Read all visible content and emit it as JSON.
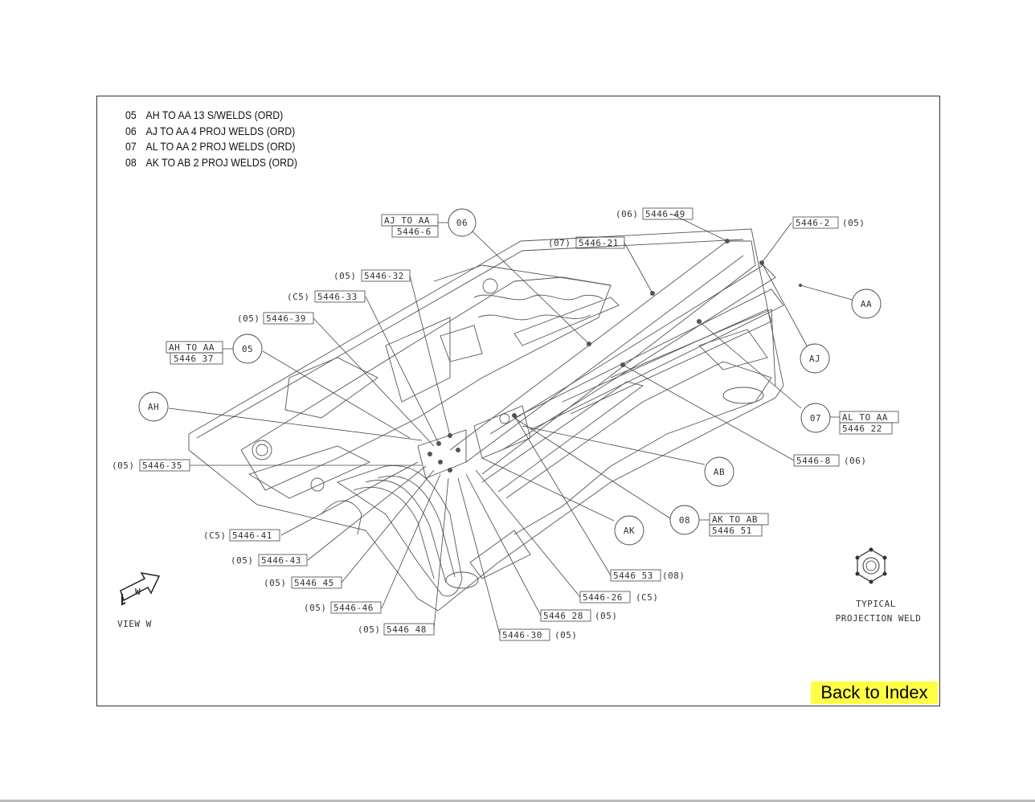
{
  "legend": [
    {
      "code": "05",
      "text": "AH TO AA 13 S/WELDS (ORD)"
    },
    {
      "code": "06",
      "text": "AJ TO AA 4 PROJ WELDS (ORD)"
    },
    {
      "code": "07",
      "text": "AL TO AA 2 PROJ WELDS (ORD)"
    },
    {
      "code": "08",
      "text": "AK TO AB 2 PROJ WELDS (ORD)"
    }
  ],
  "callouts": {
    "c1": {
      "prefix": "(06)",
      "part": "5446-49",
      "suffix": ""
    },
    "c2": {
      "prefix": "",
      "part": "5446-2",
      "suffix": "(05)"
    },
    "c3": {
      "prefix": "(07)",
      "part": "5446-21",
      "suffix": ""
    },
    "c4": {
      "prefix": "(05)",
      "part": "5446-32",
      "suffix": ""
    },
    "c5": {
      "prefix": "(C5)",
      "part": "5446-33",
      "suffix": ""
    },
    "c6": {
      "prefix": "(05)",
      "part": "5446-39",
      "suffix": ""
    },
    "c7": {
      "prefix": "(05)",
      "part": "5446-35",
      "suffix": ""
    },
    "c8": {
      "prefix": "(C5)",
      "part": "5446-41",
      "suffix": ""
    },
    "c9": {
      "prefix": "(05)",
      "part": "5446-43",
      "suffix": ""
    },
    "c10": {
      "prefix": "(05)",
      "part": "5446 45",
      "suffix": ""
    },
    "c11": {
      "prefix": "(05)",
      "part": "5446-46",
      "suffix": ""
    },
    "c12": {
      "prefix": "(05)",
      "part": "5446 48",
      "suffix": ""
    },
    "c13": {
      "prefix": "",
      "part": "5446-30",
      "suffix": "(05)"
    },
    "c14": {
      "prefix": "",
      "part": "5446 28",
      "suffix": "(05)"
    },
    "c15": {
      "prefix": "",
      "part": "5446-26",
      "suffix": "(C5)"
    },
    "c16": {
      "prefix": "",
      "part": "5446 53",
      "suffix": "(08)"
    },
    "c17": {
      "prefix": "",
      "part": "5446-8",
      "suffix": "(06)"
    }
  },
  "groups": {
    "g1": {
      "line1": "AJ TO AA",
      "line2": "5446-6"
    },
    "g2": {
      "line1": "AH TO AA",
      "line2": "5446 37"
    },
    "g3": {
      "line1": "AL TO AA",
      "line2": "5446 22"
    },
    "g4": {
      "line1": "AK TO AB",
      "line2": "5446 51"
    }
  },
  "bubbles": {
    "b06": "06",
    "b05": "05",
    "bAH": "AH",
    "bAA": "AA",
    "bAJ": "AJ",
    "b07": "07",
    "bAB": "AB",
    "bAK": "AK",
    "b08": "08"
  },
  "view": {
    "arrow_label": "W",
    "caption": "VIEW W"
  },
  "typical": {
    "line1": "TYPICAL",
    "line2": "PROJECTION WELD"
  },
  "back_link": "Back to Index",
  "colors": {
    "back_link_bg": "#ffff44",
    "line": "#444444"
  }
}
